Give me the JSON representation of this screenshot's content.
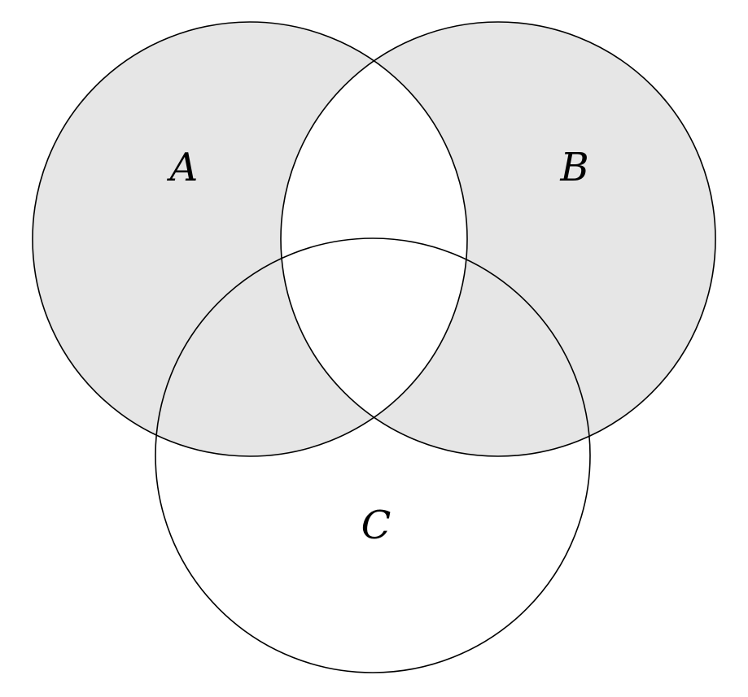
{
  "diagram": {
    "type": "venn",
    "description": "Three-set Venn diagram with the symmetric difference of A and B shaded",
    "shaded_region": "(A ∪ B) \\ (A ∩ B)",
    "labels": {
      "a": "A",
      "b": "B",
      "c": "C"
    },
    "colors": {
      "shaded": "#e6e6e6",
      "stroke": "#000000",
      "background": "#ffffff"
    }
  }
}
